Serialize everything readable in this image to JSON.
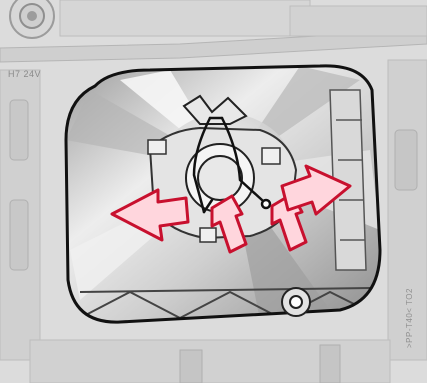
{
  "illustration": {
    "subject": "Headlight housing with H7 bulb and spring retaining clip",
    "bulb_label": "H7 24V",
    "material_marking": ">PP-T40< TO2",
    "colors": {
      "arrow_fill": "#ffd6dd",
      "arrow_stroke": "#c8102e",
      "outline": "#111111",
      "housing": "#dcdcdc",
      "reflector_light": "#f2f2f2",
      "reflector_shadow": "#a9a9a9"
    },
    "arrows": [
      {
        "direction": "left",
        "meaning": "pull out"
      },
      {
        "direction": "up-left",
        "meaning": "press clip"
      },
      {
        "direction": "up-left",
        "meaning": "press clip"
      },
      {
        "direction": "up-right",
        "meaning": "release"
      }
    ]
  }
}
